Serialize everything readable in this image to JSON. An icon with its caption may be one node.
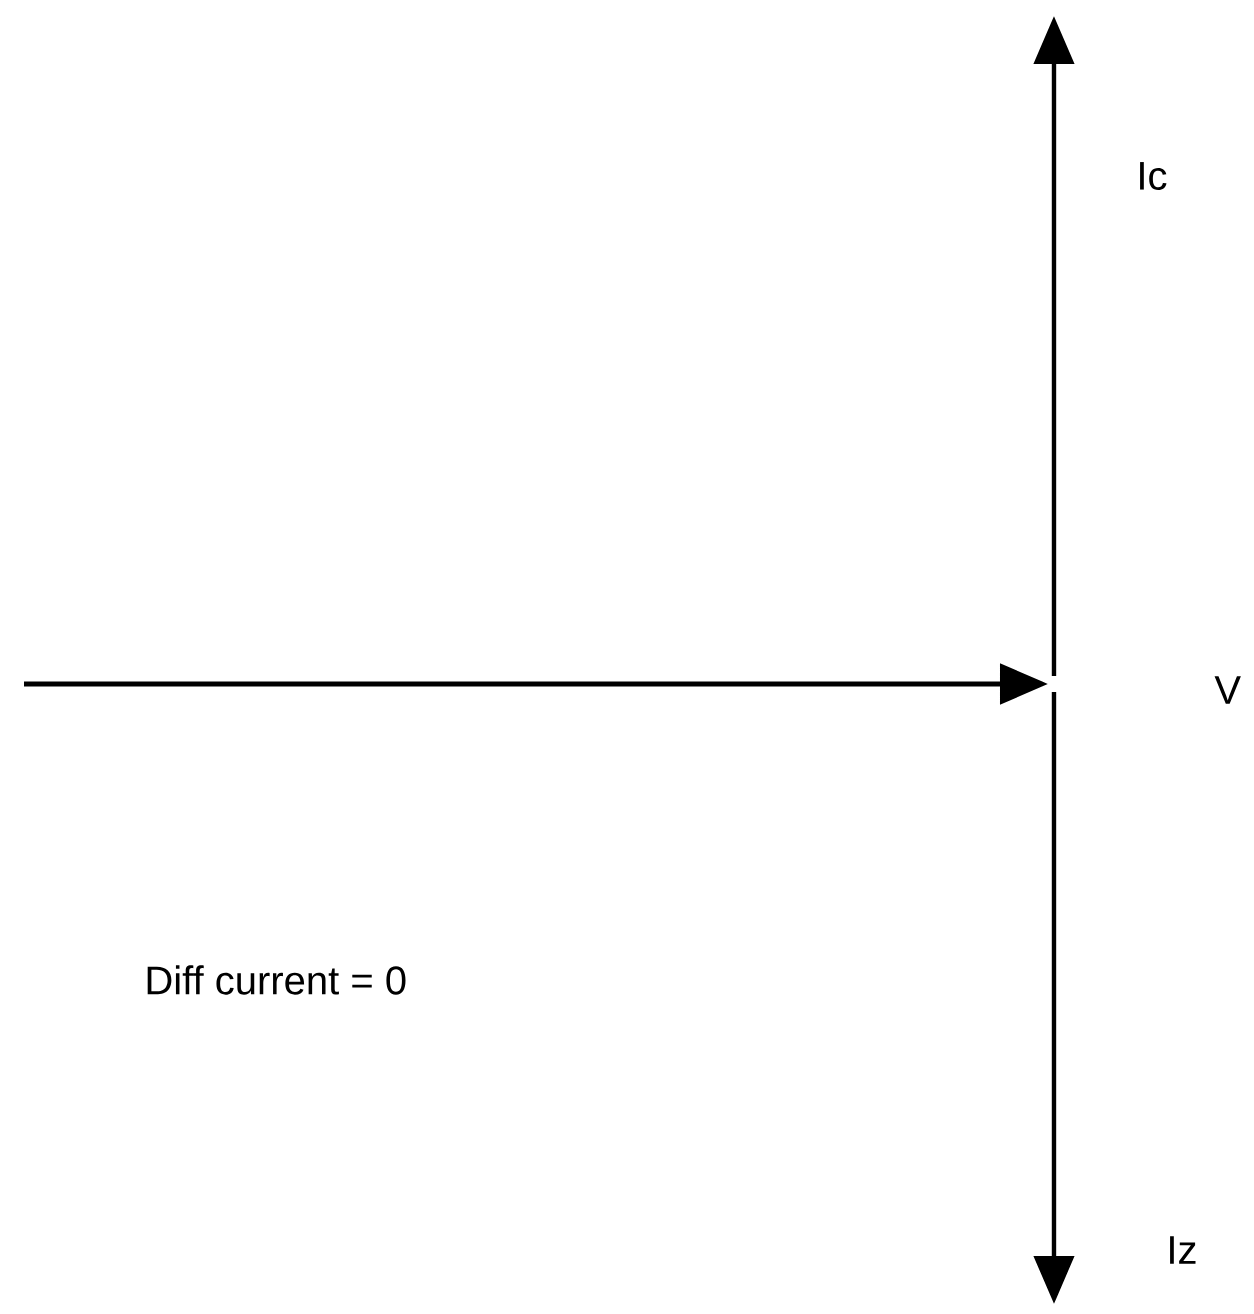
{
  "diagram": {
    "labels": [
      "Ic",
      "V",
      "Diff current = 0",
      "Iz"
    ]
  }
}
